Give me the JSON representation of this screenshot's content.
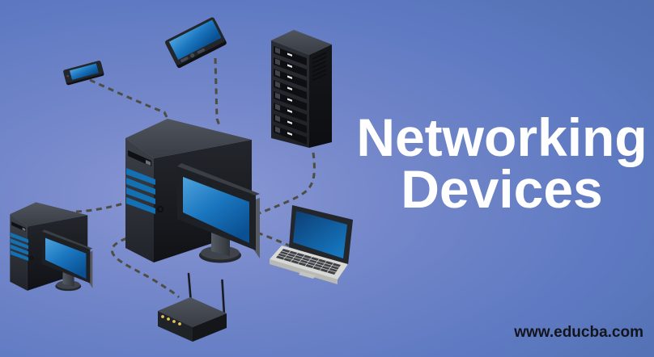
{
  "title": {
    "line1": "Networking",
    "line2": "Devices"
  },
  "footer": {
    "website": "www.educba.com"
  },
  "scene": {
    "description": "Isometric illustration of networking devices interconnected by dashed lines",
    "devices": [
      {
        "id": "smartphone",
        "label": "Smartphone"
      },
      {
        "id": "tablet",
        "label": "Tablet"
      },
      {
        "id": "server-rack",
        "label": "Server rack tower"
      },
      {
        "id": "desktop-workstation",
        "label": "Desktop tower with monitor"
      },
      {
        "id": "secondary-workstation",
        "label": "Small desktop tower with monitor"
      },
      {
        "id": "laptop",
        "label": "Laptop"
      },
      {
        "id": "wireless-router",
        "label": "Wireless router with two antennas"
      }
    ],
    "connections": [
      {
        "from": "smartphone",
        "to": "desktop-workstation"
      },
      {
        "from": "tablet",
        "to": "desktop-workstation"
      },
      {
        "from": "server-rack",
        "to": "desktop-workstation"
      },
      {
        "from": "desktop-workstation",
        "to": "laptop"
      },
      {
        "from": "secondary-workstation",
        "to": "desktop-workstation"
      },
      {
        "from": "desktop-workstation",
        "to": "wireless-router"
      }
    ]
  },
  "colors": {
    "bg_light": "#8b98d4",
    "bg_mid": "#5f7ac2",
    "bg_dark": "#4f6dae",
    "title_text": "#ffffff",
    "footer_text": "#14141c",
    "dash_line": "#4d4d44",
    "stripe_blue": "#1370b2",
    "led_yellow": "#e6c455",
    "screen_blue": "#1577c0",
    "device_dark": "#24272d",
    "laptop_silver": "#d8d8d5"
  }
}
